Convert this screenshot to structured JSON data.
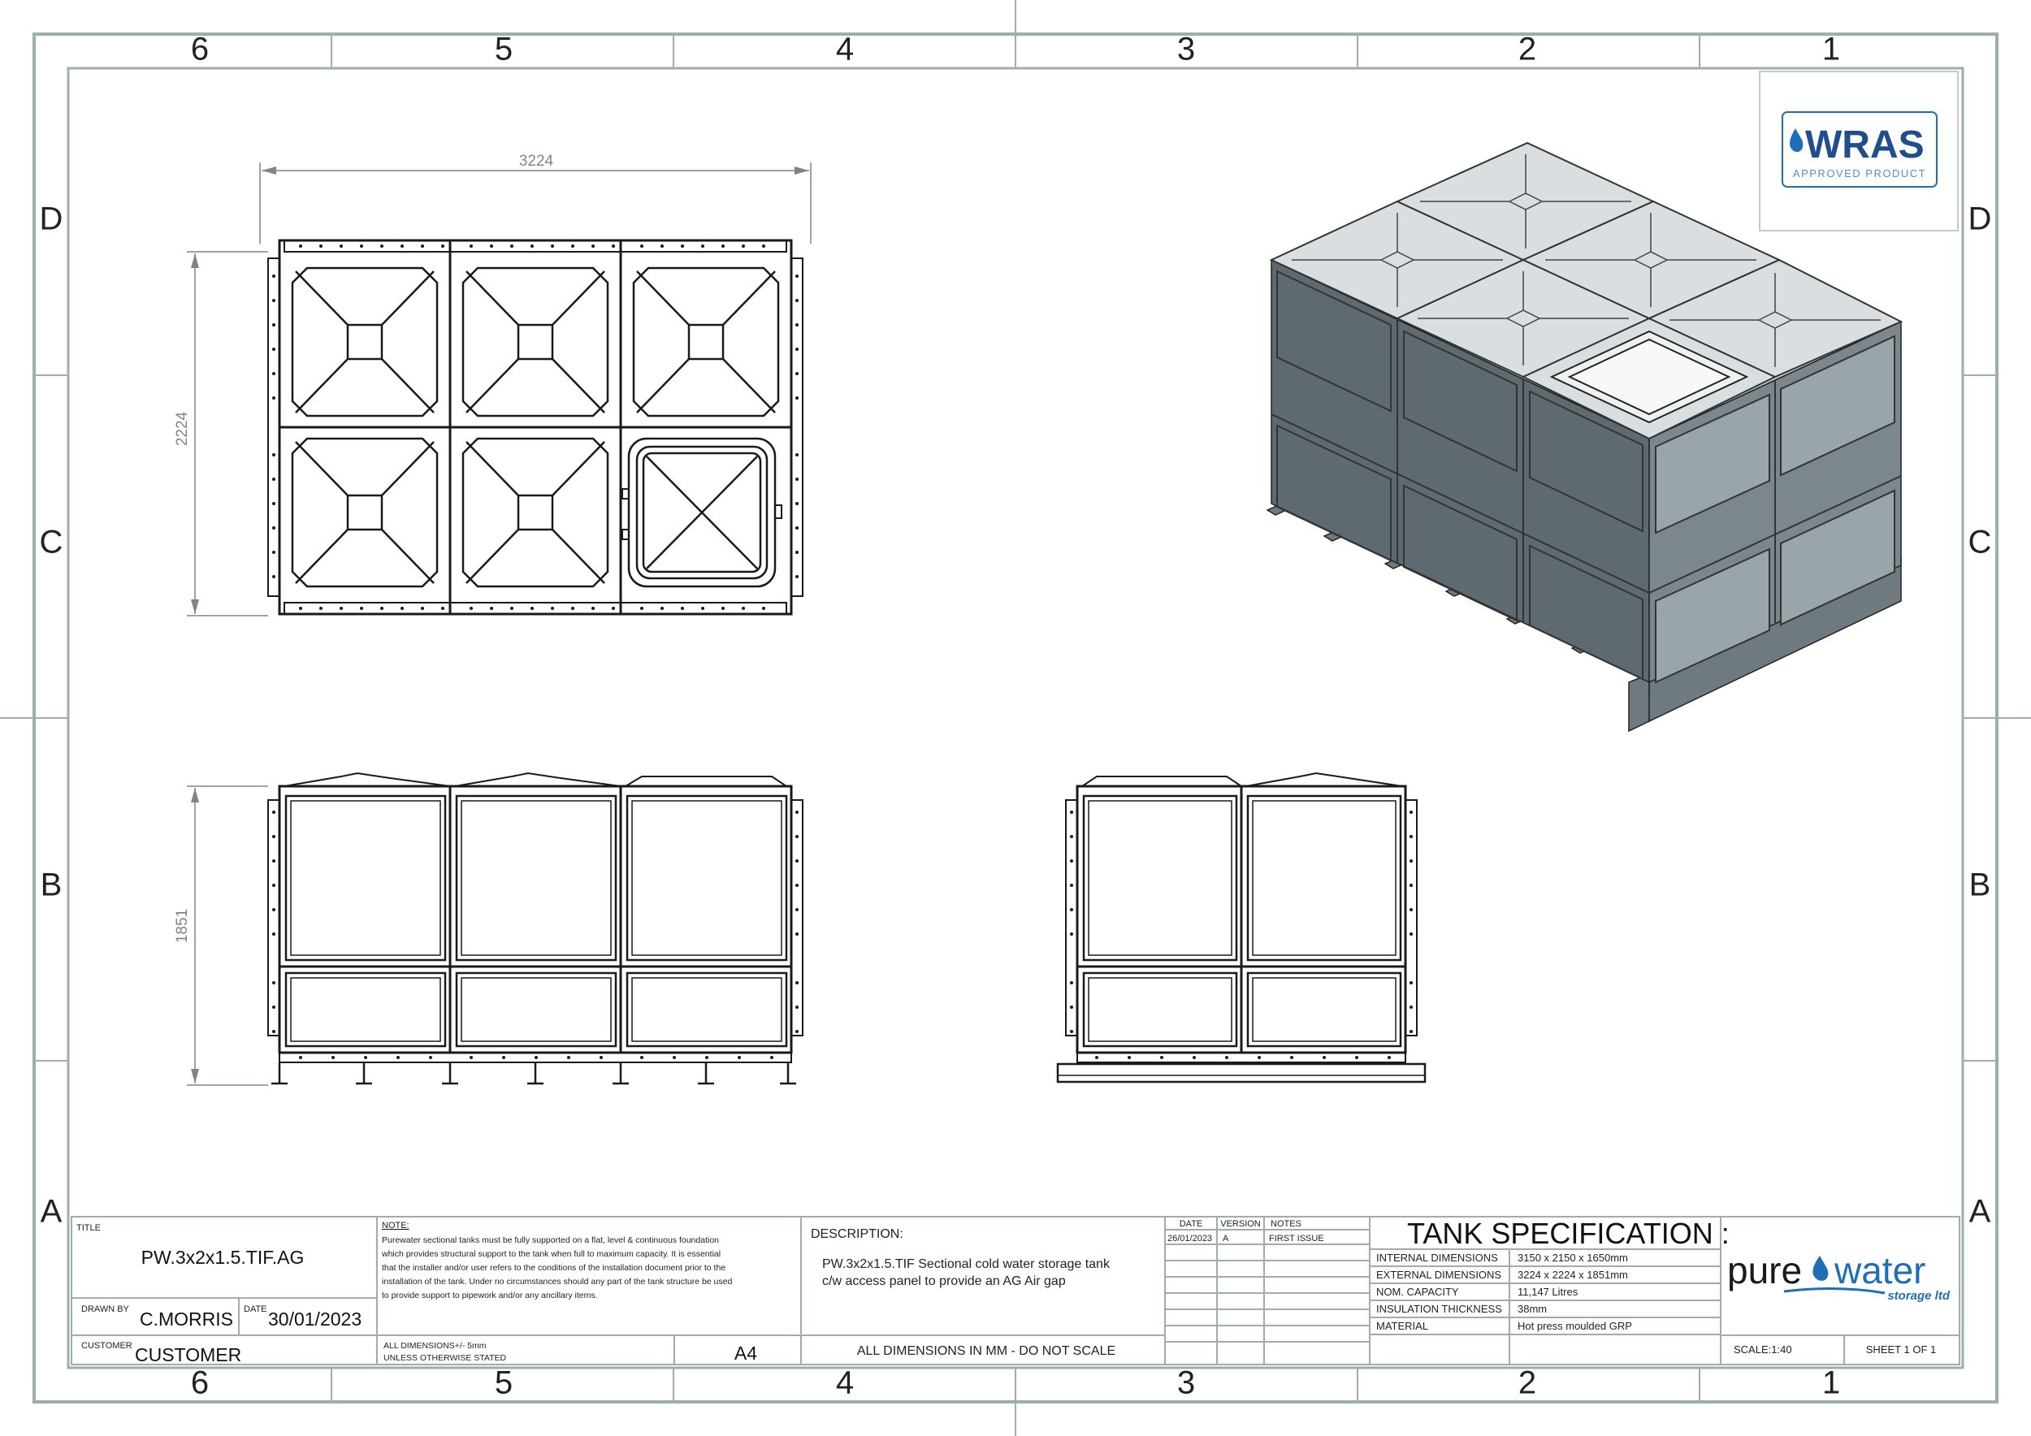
{
  "zones": {
    "columns": [
      "6",
      "5",
      "4",
      "3",
      "2",
      "1"
    ],
    "rows": [
      "D",
      "C",
      "B",
      "A"
    ]
  },
  "dimensions": {
    "plan_length": "3224",
    "plan_width": "2224",
    "elevation_height": "1851"
  },
  "wras_logo": {
    "name": "WRAS",
    "tagline": "APPROVED PRODUCT"
  },
  "title_block": {
    "title_label": "TITLE",
    "title": "PW.3x2x1.5.TIF.AG",
    "drawn_by_label": "DRAWN BY",
    "drawn_by": "C.MORRIS",
    "date_label": "DATE",
    "date": "30/01/2023",
    "customer_label": "CUSTOMER",
    "customer": "CUSTOMER",
    "note_heading": "NOTE:",
    "note_lines": [
      "Purewater sectional tanks must be fully supported on a flat, level & continuous foundation",
      "which provides structural support to the tank when full to maximum capacity. It is essential",
      "that the installer and/or user refers to the conditions of the installation document prior to the",
      "installation of the tank. Under no circumstances should any part of the tank structure be used",
      "to provide support to pipework and/or any ancillary items."
    ],
    "tolerance_line1": "ALL DIMENSIONS+/- 5mm",
    "tolerance_line2": "UNLESS OTHERWISE STATED",
    "paper_size": "A4",
    "description_label": "DESCRIPTION:",
    "description_line1": "PW.3x2x1.5.TIF Sectional cold water storage tank",
    "description_line2": "c/w access panel to provide an AG Air gap",
    "dimensions_note": "ALL DIMENSIONS IN MM - DO NOT SCALE",
    "revision_headers": [
      "DATE",
      "VERSION",
      "NOTES"
    ],
    "revision_rows": [
      [
        "26/01/2023",
        "A",
        "FIRST ISSUE"
      ]
    ],
    "spec_title": "TANK SPECIFICATION :",
    "spec_rows": [
      [
        "INTERNAL DIMENSIONS",
        "3150 x 2150 x 1650mm"
      ],
      [
        "EXTERNAL DIMENSIONS",
        "3224 x 2224 x 1851mm"
      ],
      [
        "NOM. CAPACITY",
        "11,147 Litres"
      ],
      [
        "INSULATION THICKNESS",
        "38mm"
      ],
      [
        "MATERIAL",
        "Hot press moulded GRP"
      ]
    ],
    "company_name_left": "pure",
    "company_name_right": "water",
    "company_tagline": "storage ltd",
    "scale": "SCALE:1:40",
    "sheet": "SHEET 1 OF 1"
  },
  "colors": {
    "border": "#9db0a4",
    "line": "#1a1a1a",
    "dimension": "#7c858c",
    "brand_blue": "#1f6fb8",
    "tank_side": "#5e6a70",
    "tank_roof": "#c9cfd1"
  }
}
